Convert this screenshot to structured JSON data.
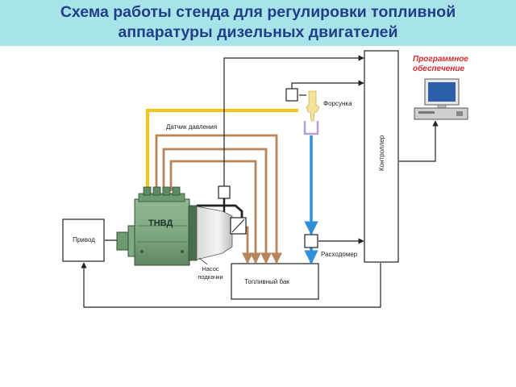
{
  "title": {
    "line1": "Схема работы стенда для регулировки топливной",
    "line2": "аппаратуры дизельных двигателей"
  },
  "labels": {
    "software_line1": "Программное",
    "software_line2": "обеспечение",
    "injector": "Форсунка",
    "pressure_sensor": "Датчик давления",
    "controller": "Контроллер",
    "pump": "ТНВД",
    "drive": "Привод",
    "booster_pump_line1": "Насос",
    "booster_pump_line2": "подкачки",
    "fuel_tank": "Топливный бак",
    "flowmeter": "Расходомер"
  },
  "colors": {
    "title_bg": "#a8e3ea",
    "title_text": "#1f3f86",
    "software_text": "#d42a2a",
    "pressure_line": "#f2c51b",
    "return_lines": "#b8845a",
    "fuel_supply": "#2f8fd8",
    "pump_body": "#7fa982",
    "signal_lines": "#222222"
  }
}
